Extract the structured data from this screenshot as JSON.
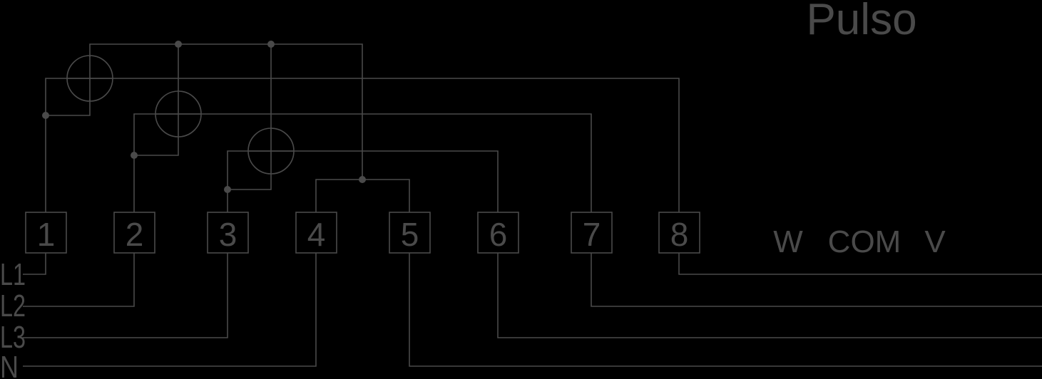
{
  "title": "Pulso",
  "terminals": [
    "1",
    "2",
    "3",
    "4",
    "5",
    "6",
    "7",
    "8"
  ],
  "pulse_labels": {
    "w": "W",
    "com": "COM",
    "v": "V"
  },
  "line_labels": {
    "l1": "L1",
    "l2": "L2",
    "l3": "L3",
    "n": "N"
  },
  "colors": {
    "background": "#000000",
    "line": "#4a4a4a",
    "text": "#4a4a4a"
  }
}
